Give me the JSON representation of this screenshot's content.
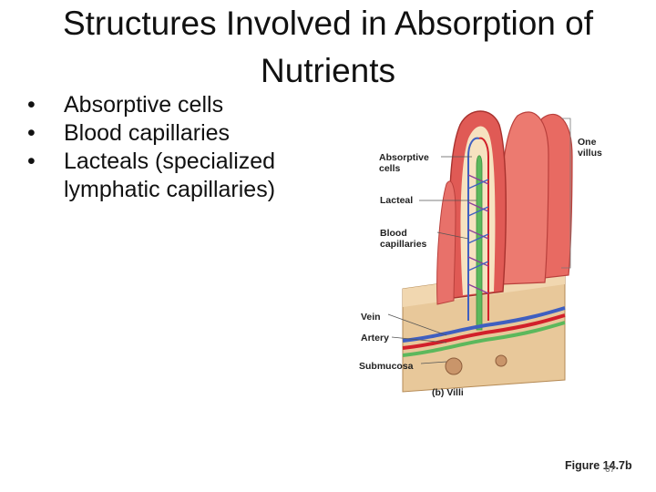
{
  "slide": {
    "title_line1": "Structures Involved in Absorption of",
    "title_line2": "Nutrients",
    "bullets": [
      "Absorptive cells",
      "Blood capillaries",
      "Lacteals (specialized lymphatic capillaries)"
    ],
    "bullet_glyph": "•"
  },
  "figure": {
    "labels": {
      "absorptive_cells": "Absorptive\ncells",
      "lacteal": "Lacteal",
      "blood_capillaries": "Blood\ncapillaries",
      "vein": "Vein",
      "artery": "Artery",
      "submucosa": "Submucosa",
      "one_villus": "One\nvillus"
    },
    "caption": "(b) Villi",
    "reference": "Figure 14.7b",
    "page_number": "67",
    "colors": {
      "villus_tissue": "#e05a55",
      "vein": "#3f5fc0",
      "artery": "#d2202a",
      "lacteal": "#5cb85c",
      "submucosa": "#e8c89a"
    }
  }
}
